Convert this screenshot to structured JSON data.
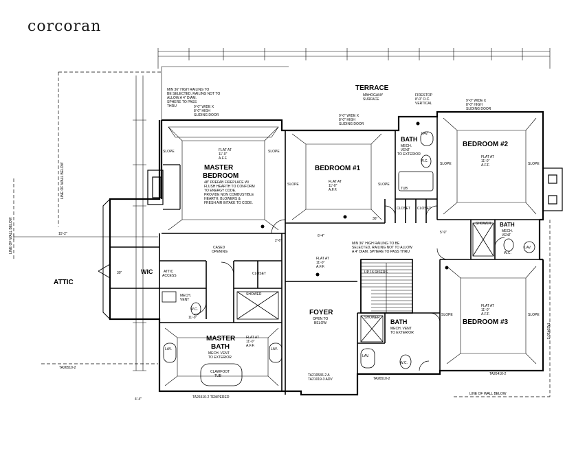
{
  "brand": "corcoran",
  "rooms": {
    "terrace": "TERRACE",
    "terrace_note": "MAHOGANY",
    "terrace_note2": "SURFACE",
    "master_bedroom_1": "MASTER",
    "master_bedroom_2": "BEDROOM",
    "bedroom1": "BEDROOM #1",
    "bedroom2": "BEDROOM #2",
    "bedroom3": "BEDROOM #3",
    "bath_upper": "BATH",
    "bath_right": "BATH",
    "bath_lower": "BATH",
    "attic": "ATTIC",
    "wic": "WIC",
    "foyer": "FOYER",
    "foyer_note": "OPEN TO",
    "foyer_note2": "BELOW",
    "master_bath_1": "MASTER",
    "master_bath_2": "BATH"
  },
  "notes": {
    "railing_top_1": "MIN 36\" HIGH RAILING TO",
    "railing_top_2": "BE SELECTED, RAILING NOT TO",
    "railing_top_3": "ALLOW A 4\" DIAM.",
    "railing_top_4": "SPHERE TO PASS",
    "railing_top_5": "THRU",
    "railing_mid_1": "MIN 36\" HIGH RAILING TO BE",
    "railing_mid_2": "SELECTED, RAILING NOT TO ALLOW",
    "railing_mid_3": "A 4\" DIAM. SPHERE TO PASS THRU",
    "sliding_1a": "9'-0\" WIDE X",
    "sliding_1b": "8'-0\" HIGH",
    "sliding_1c": "SLIDING DOOR",
    "sliding_2a": "9'-0\" WIDE X",
    "sliding_2b": "8'-0\" HIGH",
    "sliding_2c": "SLIDING DOOR",
    "sliding_3a": "9'-0\" WIDE X",
    "sliding_3b": "8'-0\" HIGH",
    "sliding_3c": "SLIDING DOOR",
    "firestop_1": "FIRESTOP",
    "firestop_2": "8'-0\" O.C.",
    "firestop_3": "VERTICAL",
    "fireplace_1": "48\" PREFAB FIREPLACE W/",
    "fireplace_2": "FLUSH HEARTH TO CONFORM",
    "fireplace_3": "TO ENERGY CODE.",
    "fireplace_4": "PROVIDE NON COMBUSTIBLE",
    "fireplace_5": "HEARTH, BLOWERS &",
    "fireplace_6": "FRESH AIR INTAKE TO CODE.",
    "flat_1": "FLAT AT",
    "flat_2": "11'-0\"",
    "flat_3": "A.F.F.",
    "mech_1": "MECH.",
    "mech_2": "VENT",
    "mech_3": "TO EXTERIOR",
    "mech_bath_1": "MECH. VENT",
    "mech_bath_2": "TO EXTERIOR",
    "clawfoot_1": "CLAWFOOT",
    "clawfoot_2": "TUB",
    "cased_1": "CASED",
    "cased_2": "OPENING",
    "attic_access_1": "ATTIC",
    "attic_access_2": "ACCESS",
    "shower": "SHOWER",
    "tub": "TUB",
    "lav": "LAV.",
    "wc": "W.C.",
    "slope": "SLOPE",
    "closet": "CLOSET",
    "line_wall_below": "LINE OF WALL BELOW",
    "line_wall_below_bottom": "LINE OF WALL BELOW",
    "tempered": "TA26510-2 TEMPERED",
    "window_a": "TA26510-2",
    "window_b": "TA26510-2",
    "window_c": "TA26410-2",
    "window_d": "TA20410-2",
    "window_e": "TA210536-2 A",
    "window_f": "TA21019-3 ADV",
    "dim_a": "11'-0\"",
    "dim_b": "6'-4\"",
    "dim_c": "15'-2\"",
    "dim_d": "30\"",
    "dim_e": "36\"",
    "dim_f": "2'-6\"",
    "dim_g": "5'-9\"",
    "dim_h": "4'-4\"",
    "stair_note": "UP 16 RISERS"
  }
}
